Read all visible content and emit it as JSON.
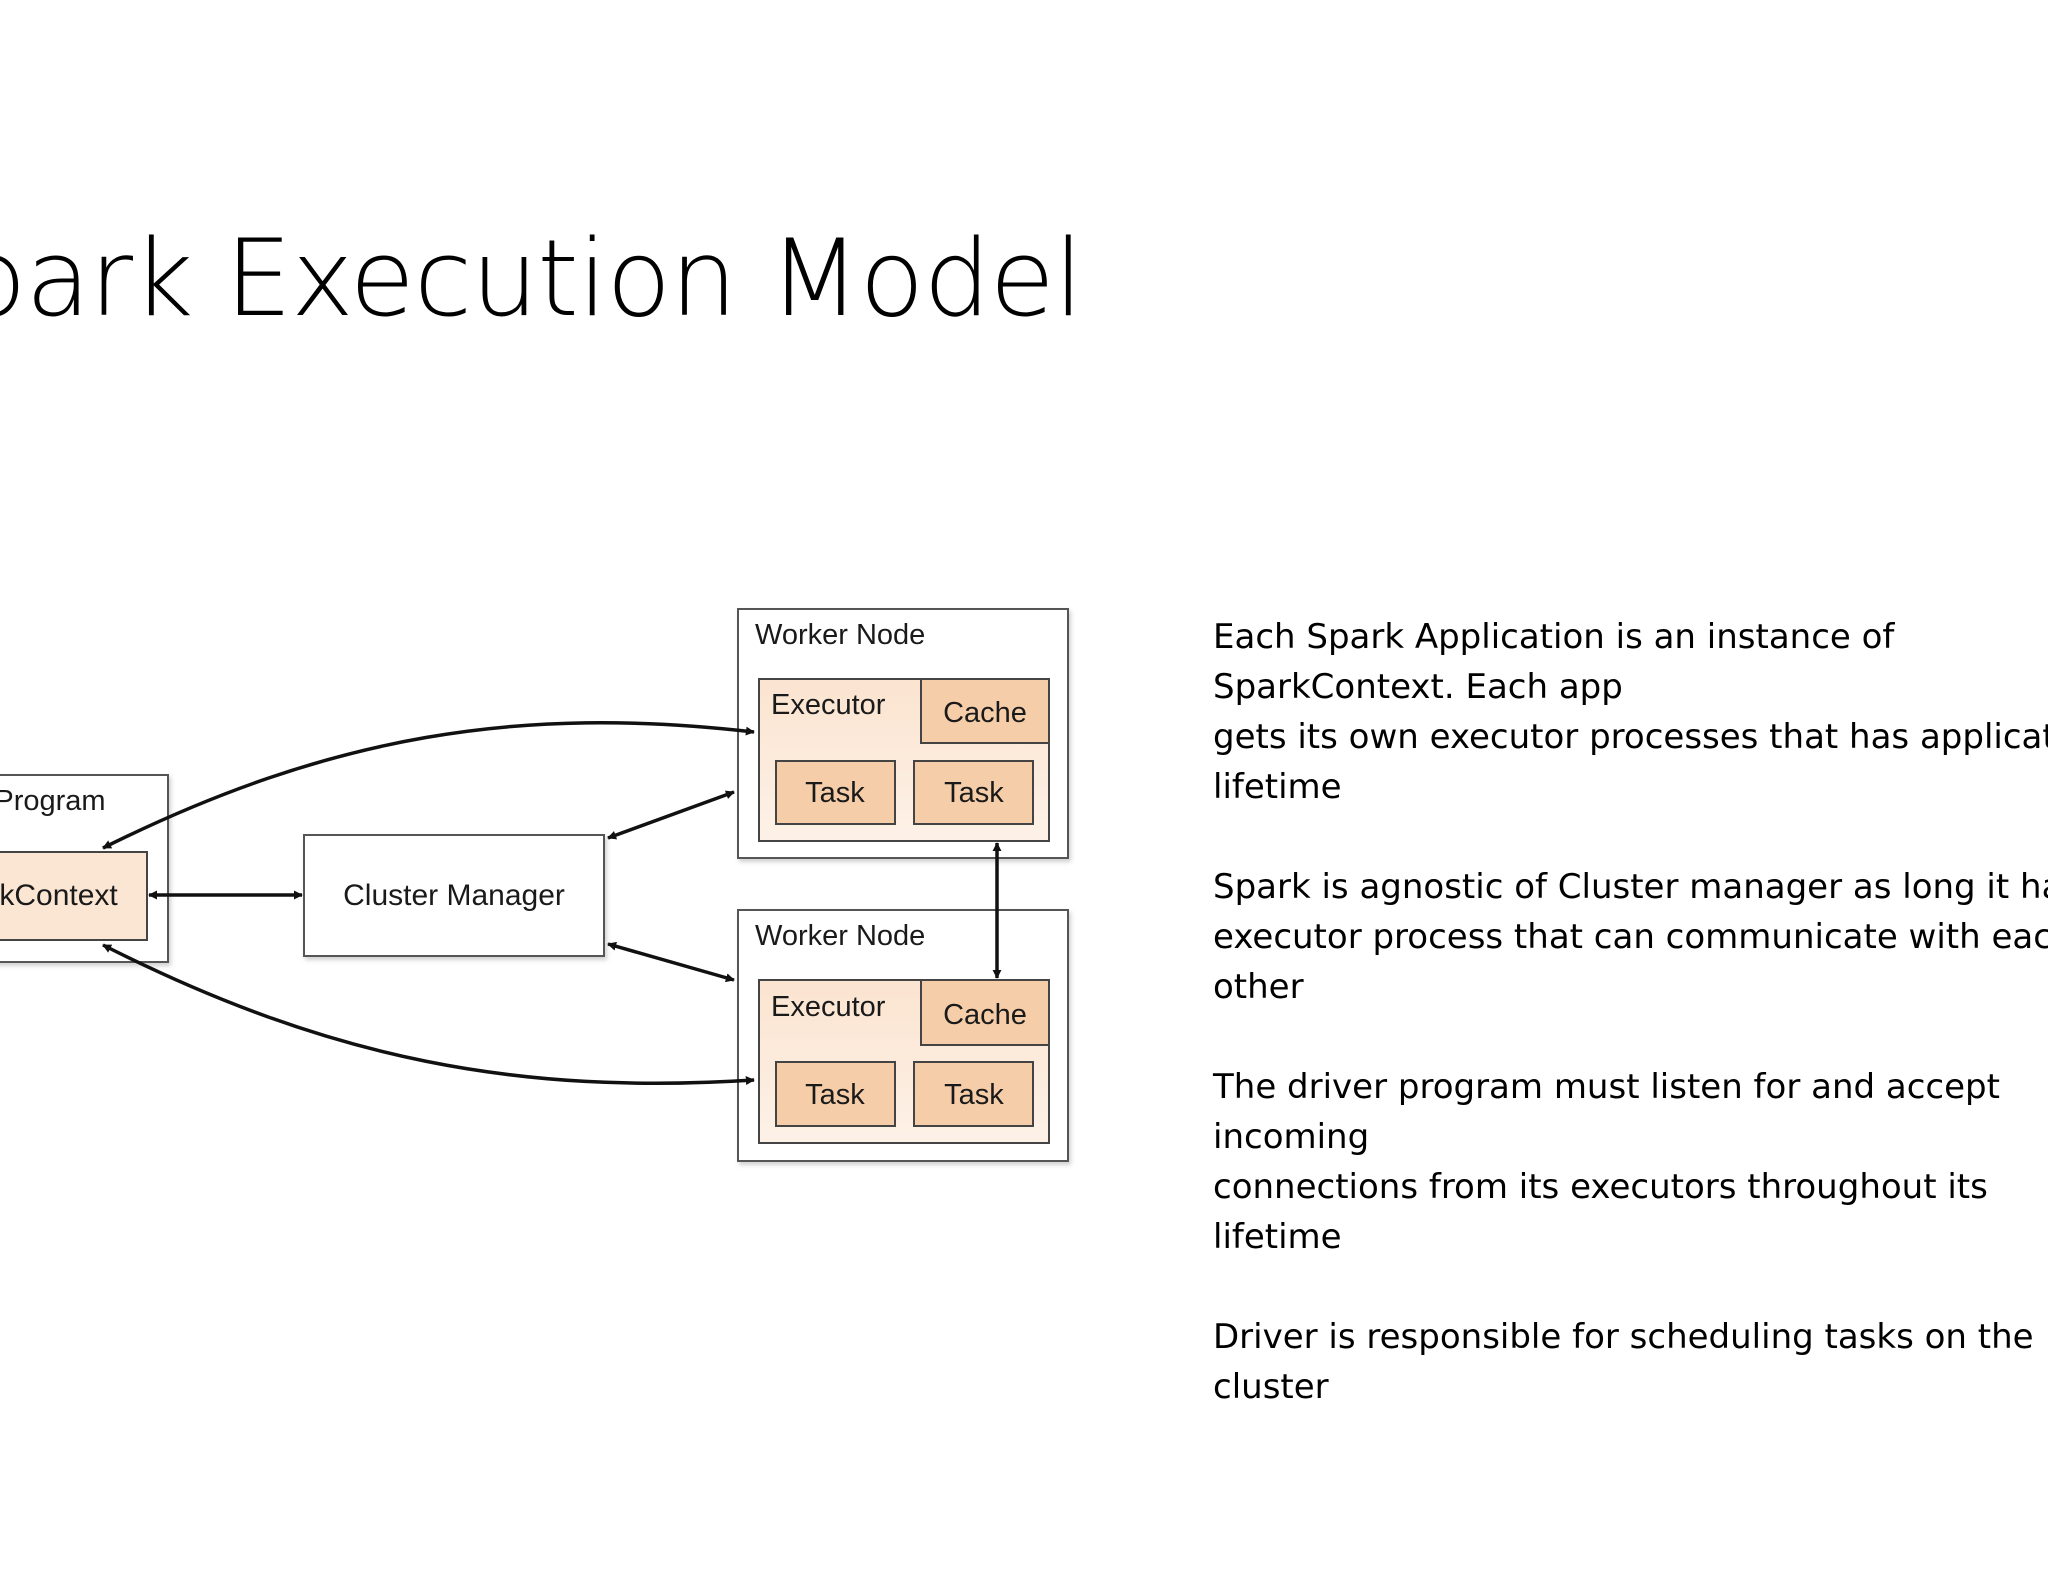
{
  "slide": {
    "title": "Spark Execution Model"
  },
  "diagram": {
    "driver": {
      "title": "Driver Program",
      "context": "SparkContext"
    },
    "cluster_manager": {
      "label": "Cluster Manager"
    },
    "worker_top": {
      "title": "Worker Node",
      "executor": "Executor",
      "cache": "Cache",
      "task_1": "Task",
      "task_2": "Task"
    },
    "worker_bottom": {
      "title": "Worker Node",
      "executor": "Executor",
      "cache": "Cache",
      "task_1": "Task",
      "task_2": "Task"
    },
    "colors": {
      "box_border": "#333333",
      "executor_fill": "#fbe9da",
      "task_fill": "#f6c9a3",
      "worker_fill": "#ffffff"
    }
  },
  "notes": [
    "Each Spark Application is an instance of SparkContext. Each app\ngets its own executor processes that has application\nlifetime",
    "Spark is agnostic of Cluster manager as long it has\nexecutor process that can communicate with each other",
    "The driver program must listen for and accept incoming\nconnections from its executors throughout its lifetime",
    "Driver is responsible for scheduling tasks on the cluster"
  ]
}
